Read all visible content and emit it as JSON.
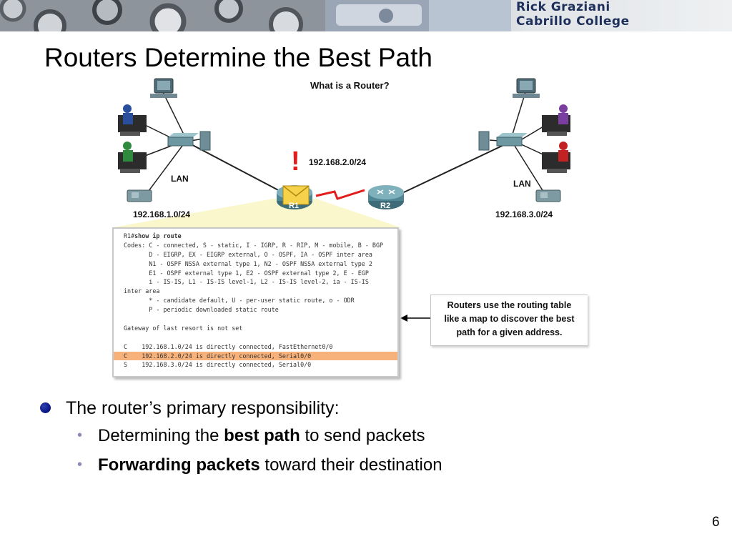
{
  "banner": {
    "line1": "Rick Graziani",
    "line2": "Cabrillo College"
  },
  "title": "Routers Determine the Best Path",
  "figure": {
    "caption": "What is a Router?",
    "network_r1_r2": "192.168.2.0/24",
    "lan_left": "LAN",
    "lan_right": "LAN",
    "network_left": "192.168.1.0/24",
    "network_right": "192.168.3.0/24",
    "router1": "R1",
    "router2": "R2",
    "alert_symbol": "!",
    "terminal": {
      "prompt": "R1#",
      "command": "show ip route",
      "lines": [
        "Codes: C - connected, S - static, I - IGRP, R - RIP, M - mobile, B - BGP",
        "       D - EIGRP, EX - EIGRP external, O - OSPF, IA - OSPF inter area",
        "       N1 - OSPF NSSA external type 1, N2 - OSPF NSSA external type 2",
        "       E1 - OSPF external type 1, E2 - OSPF external type 2, E - EGP",
        "       i - IS-IS, L1 - IS-IS level-1, L2 - IS-IS level-2, ia - IS-IS",
        "inter area",
        "       * - candidate default, U - per-user static route, o - ODR",
        "       P - periodic downloaded static route",
        "",
        "Gateway of last resort is not set",
        "",
        "C    192.168.1.0/24 is directly connected, FastEthernet0/0",
        "C    192.168.2.0/24 is directly connected, Serial0/0",
        "S    192.168.3.0/24 is directly connected, Serial0/0"
      ]
    },
    "callout": {
      "line1": "Routers use the routing table",
      "line2": "like a map to discover the best",
      "line3": "path for a given address."
    }
  },
  "bullets": {
    "main": "The router’s primary responsibility:",
    "sub1": {
      "before": "Determining the ",
      "bold": "best path",
      "after": " to send packets"
    },
    "sub2": {
      "bold": "Forwarding packets",
      "after": " toward their destination"
    }
  },
  "page_number": "6"
}
